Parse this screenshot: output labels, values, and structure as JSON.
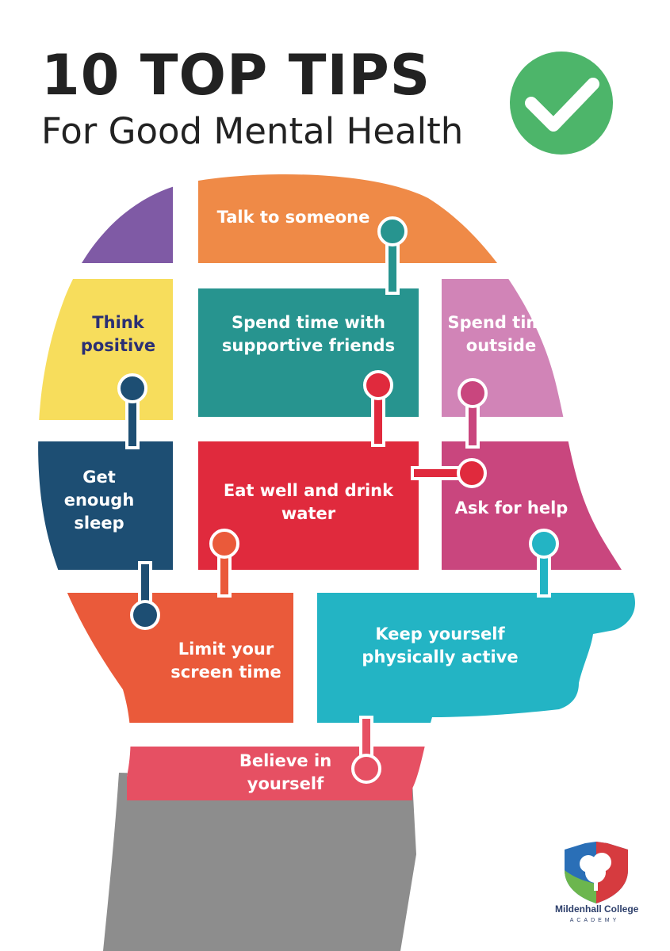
{
  "title": "10 TOP TIPS",
  "subtitle": "For Good Mental Health",
  "tips": [
    "Talk to someone",
    "Think positive",
    "Spend time with supportive friends",
    "Spend time outside",
    "Get enough sleep",
    "Eat well and drink water",
    "Ask for help",
    "Limit your screen time",
    "Keep yourself physically active",
    "Believe in yourself"
  ],
  "tip_lines": {
    "talk": [
      "Talk to someone"
    ],
    "think": [
      "Think",
      "positive"
    ],
    "friends": [
      "Spend time with",
      "supportive friends"
    ],
    "outside": [
      "Spend time",
      "outside"
    ],
    "sleep": [
      "Get",
      "enough",
      "sleep"
    ],
    "eat": [
      "Eat well and drink",
      "water"
    ],
    "help": [
      "Ask for help"
    ],
    "screen": [
      "Limit your",
      "screen time"
    ],
    "active": [
      "Keep yourself",
      "physically active"
    ],
    "believe": [
      "Believe in",
      "yourself"
    ]
  },
  "logo": {
    "name": "Mildenhall College",
    "sub": "ACADEMY"
  },
  "colors": {
    "orange": "#ef8a47",
    "purple": "#7f5aa5",
    "yellow": "#f7dd5c",
    "teal": "#27948f",
    "pink_light": "#d184b7",
    "navy": "#1d4e73",
    "red": "#e02a3d",
    "magenta": "#c9467e",
    "orange_red": "#ea5a3a",
    "cyan": "#23b4c4",
    "coral": "#e65063",
    "check_green": "#4db56a",
    "suit_gray": "#8d8d8d"
  },
  "icons": {
    "badge": "checkmark-icon",
    "logo": "shield-tree-icon"
  }
}
